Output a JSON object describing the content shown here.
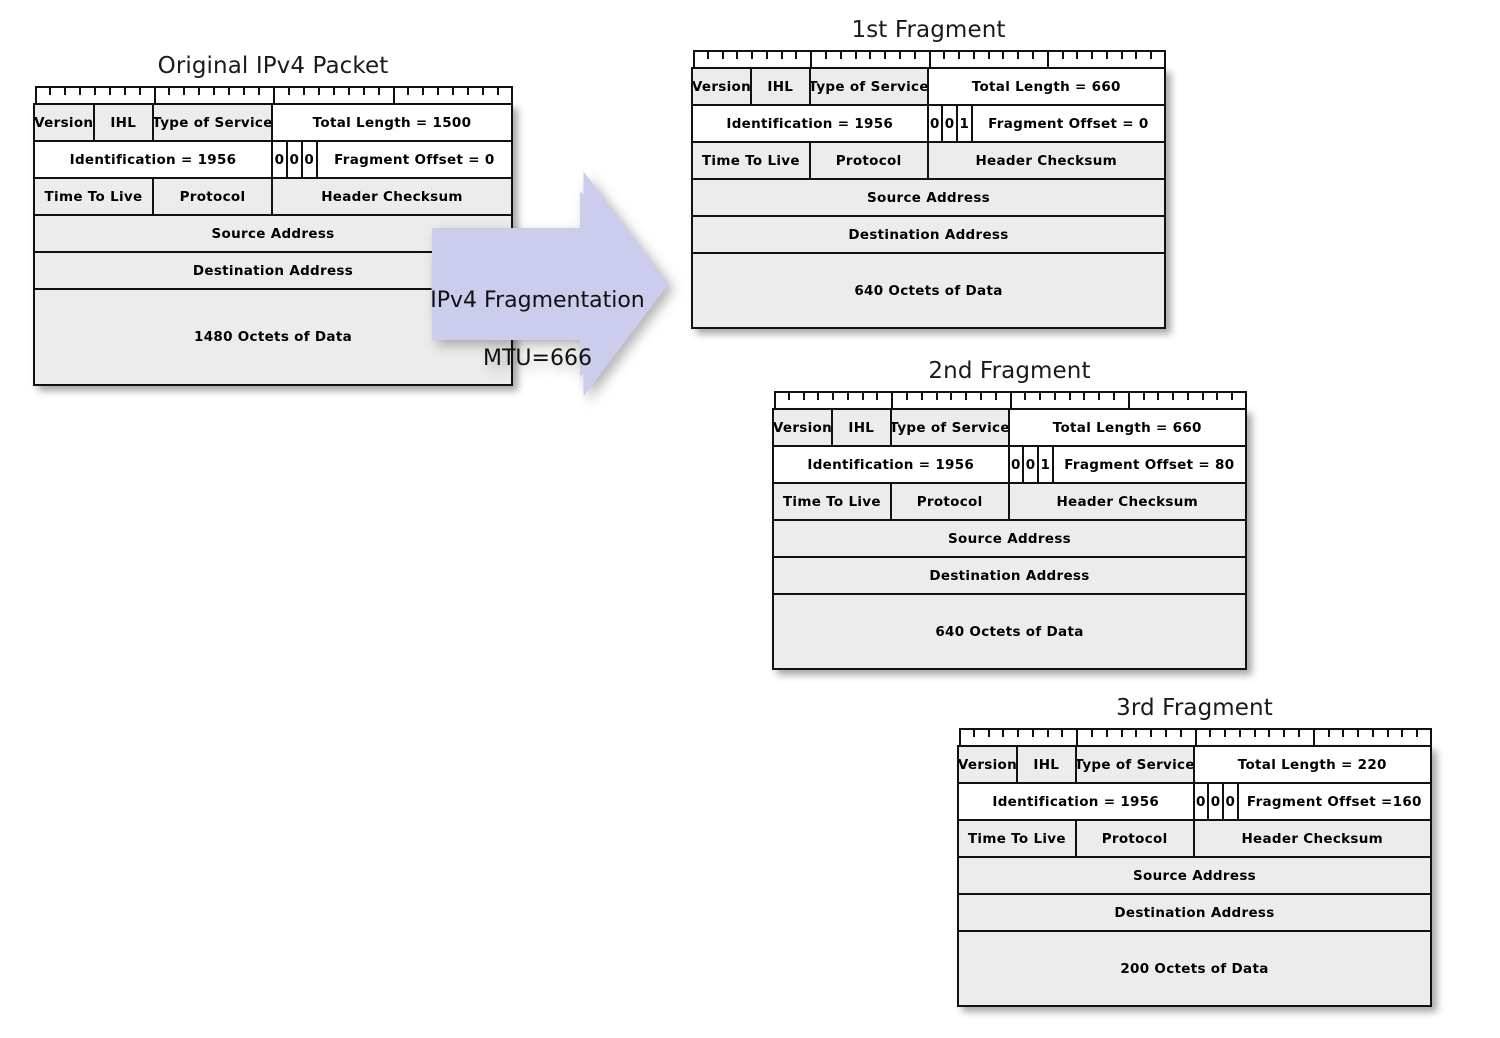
{
  "diagram": {
    "title": "IPv4 Fragmentation",
    "ruler": {
      "bits": 32,
      "major_every": 8
    },
    "colors": {
      "cell_fill": "#ececec",
      "cell_fill_white": "#ffffff",
      "border": "#111111",
      "arrow_fill": "#ccccec",
      "arrow_stroke": "#ccccec",
      "text": "#000000"
    }
  },
  "arrow": {
    "line1": "IPv4 Fragmentation",
    "line2": "MTU=666",
    "label": "IPv4 Fragmentation\nMTU=666",
    "name": "fragmentation-arrow"
  },
  "packets": [
    {
      "id": "original",
      "title": "Original IPv4 Packet",
      "fields": {
        "version": "Version",
        "ihl": "IHL",
        "tos": "Type of Service",
        "total_length": "Total Length = 1500",
        "identification": "Identification = 1956",
        "flag_reserved": "0",
        "flag_df": "0",
        "flag_mf": "0",
        "fragment_offset": "Fragment Offset = 0",
        "ttl": "Time To Live",
        "protocol": "Protocol",
        "header_checksum": "Header Checksum",
        "source_address": "Source Address",
        "destination_address": "Destination Address",
        "payload": "1480 Octets of Data"
      }
    },
    {
      "id": "fragment-1",
      "title": "1st Fragment",
      "fields": {
        "version": "Version",
        "ihl": "IHL",
        "tos": "Type of Service",
        "total_length": "Total Length = 660",
        "identification": "Identification = 1956",
        "flag_reserved": "0",
        "flag_df": "0",
        "flag_mf": "1",
        "fragment_offset": "Fragment Offset = 0",
        "ttl": "Time To Live",
        "protocol": "Protocol",
        "header_checksum": "Header Checksum",
        "source_address": "Source Address",
        "destination_address": "Destination Address",
        "payload": "640 Octets of Data"
      }
    },
    {
      "id": "fragment-2",
      "title": "2nd Fragment",
      "fields": {
        "version": "Version",
        "ihl": "IHL",
        "tos": "Type of Service",
        "total_length": "Total Length = 660",
        "identification": "Identification = 1956",
        "flag_reserved": "0",
        "flag_df": "0",
        "flag_mf": "1",
        "fragment_offset": "Fragment Offset = 80",
        "ttl": "Time To Live",
        "protocol": "Protocol",
        "header_checksum": "Header Checksum",
        "source_address": "Source Address",
        "destination_address": "Destination Address",
        "payload": "640 Octets of Data"
      }
    },
    {
      "id": "fragment-3",
      "title": "3rd Fragment",
      "fields": {
        "version": "Version",
        "ihl": "IHL",
        "tos": "Type of Service",
        "total_length": "Total Length = 220",
        "identification": "Identification = 1956",
        "flag_reserved": "0",
        "flag_df": "0",
        "flag_mf": "0",
        "fragment_offset": "Fragment Offset =160",
        "ttl": "Time To Live",
        "protocol": "Protocol",
        "header_checksum": "Header Checksum",
        "source_address": "Source Address",
        "destination_address": "Destination Address",
        "payload": "200 Octets of Data"
      }
    }
  ]
}
